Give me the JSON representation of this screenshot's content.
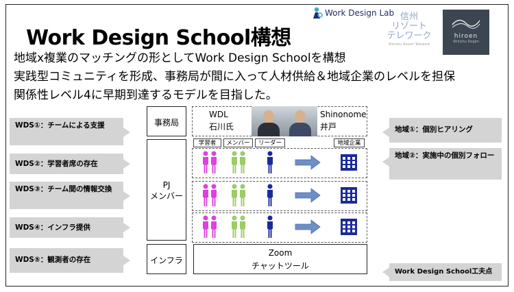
{
  "title": "Work Design School構想",
  "subtitle_lines": [
    "地域x複業のマッチングの形としてWork Design Schoolを構想",
    "実践型コミュニティを形成、事務局が間に入って人材供給＆地域企業のレベルを担保",
    "関係性レベル4に早期到達するモデルを目指した。"
  ],
  "logos": {
    "wdl": "Work Design Lab",
    "shinshu": {
      "line1": "信州",
      "line2": "リゾート",
      "line3": "テレワーク",
      "small": "Shinshu Resort Telework"
    },
    "hiroen": {
      "name": "hiroen",
      "small": "Shinshu Dogen"
    }
  },
  "left_tags": [
    {
      "text": "WDS①：チームによる支援"
    },
    {
      "text": "WDS②：学習者席の存在"
    },
    {
      "text": "WDS③：チーム間の情報交換"
    },
    {
      "text": "WDS④：インフラ提供"
    },
    {
      "text": "WDS⑤：観測者の存在"
    }
  ],
  "right_tags": [
    {
      "text": "地域①：個別ヒアリング"
    },
    {
      "text": "地域②：実施中の個別フォロー"
    },
    {
      "text": "Work Design School工夫点"
    }
  ],
  "diagram": {
    "secretariat_label": "事務局",
    "pj_label": "PJ\nメンバー",
    "infra_label": "インフラ",
    "wdl": {
      "org": "WDL",
      "person": "石川氏"
    },
    "shinonome": {
      "org": "Shinonome",
      "person": "井戸"
    },
    "roles": [
      "学習者",
      "メンバー",
      "リーダー",
      "地域企業"
    ],
    "infra_tool": "Zoom",
    "infra_tool2": "チャットツール",
    "teams": 3
  },
  "colors": {
    "learner": "#e040e0",
    "member": "#9ccc65",
    "leader": "#1a2a9c",
    "company": "#1a2a9c",
    "arrow": "#6d8fc9",
    "tag": "#d4d4d4"
  }
}
